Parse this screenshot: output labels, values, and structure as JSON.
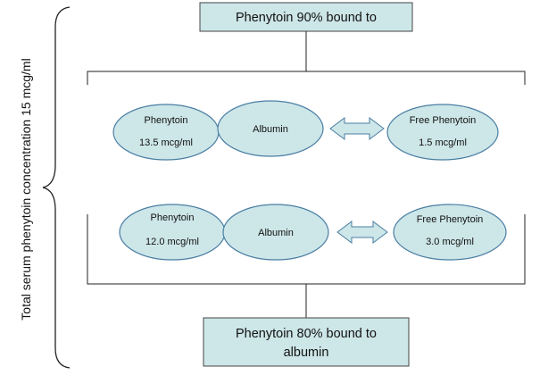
{
  "side_label": "Total serum phenytoin concentration 15 mcg/ml",
  "top_box": {
    "text": "Phenytoin 90% bound to"
  },
  "bottom_box": {
    "line1": "Phenytoin 80% bound to",
    "line2": "albumin"
  },
  "panel_top": {
    "bound": {
      "name": "Phenytoin",
      "value": "13.5 mcg/ml"
    },
    "albumin": "Albumin",
    "free": {
      "name": "Free Phenytoin",
      "value": "1.5 mcg/ml"
    }
  },
  "panel_bottom": {
    "bound": {
      "name": "Phenytoin",
      "value": "12.0 mcg/ml"
    },
    "albumin": "Albumin",
    "free": {
      "name": "Free Phenytoin",
      "value": "3.0 mcg/ml"
    }
  },
  "colors": {
    "fill": "#cde6e8",
    "stroke": "#4a7ea3",
    "line": "#222222"
  }
}
